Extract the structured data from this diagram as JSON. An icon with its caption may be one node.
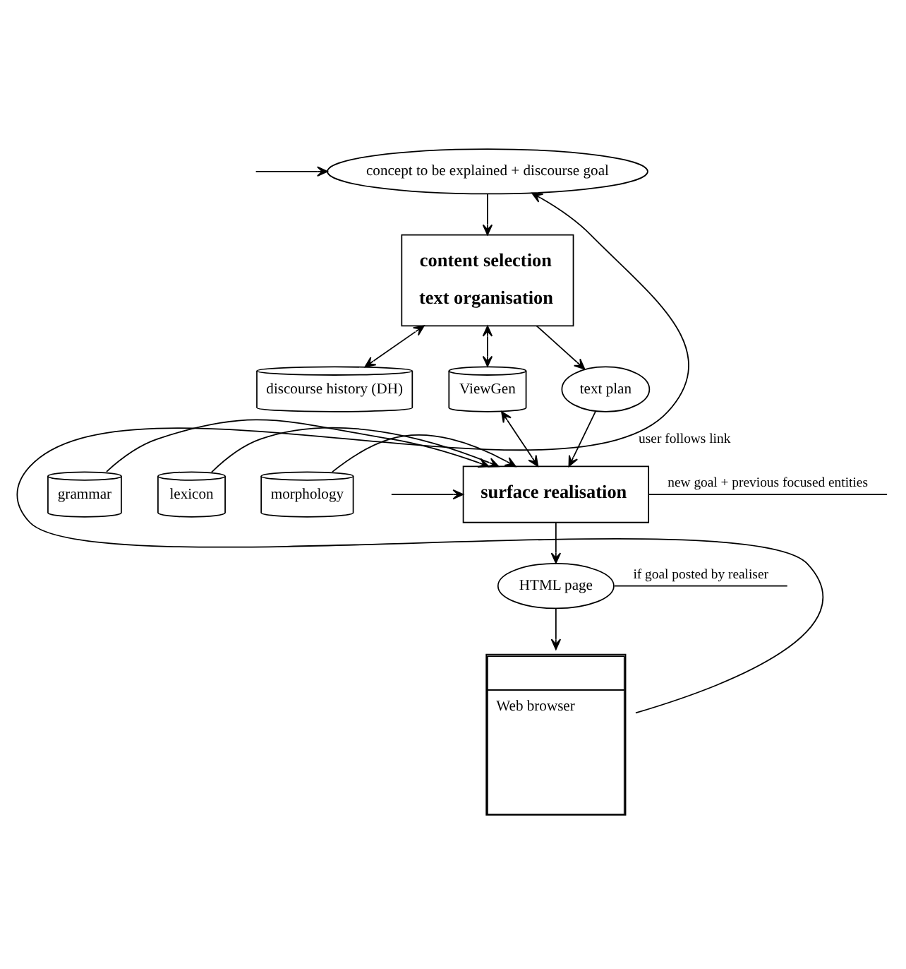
{
  "diagram": {
    "nodes": [
      {
        "text": [
          "concept to be explained + discourse goal"
        ]
      },
      {
        "text": [
          "content selection",
          "text organisation"
        ]
      },
      {
        "text": [
          "discourse history (DH)"
        ]
      },
      {
        "text": [
          "ViewGen"
        ]
      },
      {
        "text": [
          "text plan"
        ]
      },
      {
        "text": [
          "grammar"
        ]
      },
      {
        "text": [
          "lexicon"
        ]
      },
      {
        "text": [
          "morphology"
        ]
      },
      {
        "text": [
          "surface realisation"
        ]
      },
      {
        "text": [
          "HTML page"
        ]
      },
      {
        "text": [
          "Web browser"
        ]
      }
    ],
    "edges": [
      {
        "from": 10,
        "to": 0,
        "arrow": "to",
        "label": "user follows link"
      },
      {
        "from": 0,
        "to": 1,
        "arrow": "to"
      },
      {
        "from": 1,
        "to": 2,
        "arrow": "both"
      },
      {
        "from": 1,
        "to": 3,
        "arrow": "both"
      },
      {
        "from": 1,
        "to": 4,
        "arrow": "to"
      },
      {
        "from": 4,
        "to": 8,
        "arrow": "to"
      },
      {
        "from": 3,
        "to": 8,
        "arrow": "both"
      },
      {
        "from": 5,
        "to": 8,
        "arrow": "to"
      },
      {
        "from": 6,
        "to": 8,
        "arrow": "to"
      },
      {
        "from": 7,
        "to": 8,
        "arrow": "to"
      },
      {
        "from": 8,
        "to": 9,
        "arrow": "to"
      },
      {
        "from": 9,
        "to": 10,
        "arrow": "to"
      },
      {
        "from": null,
        "to": 0,
        "arrow": "to"
      },
      {
        "from": 8,
        "to": null,
        "arrow": "none",
        "label": "new goal + previous focused entities"
      },
      {
        "from": null,
        "to": 8,
        "arrow": "to"
      },
      {
        "from": 9,
        "to": null,
        "arrow": "none",
        "label": "if goal posted by realiser"
      }
    ]
  }
}
